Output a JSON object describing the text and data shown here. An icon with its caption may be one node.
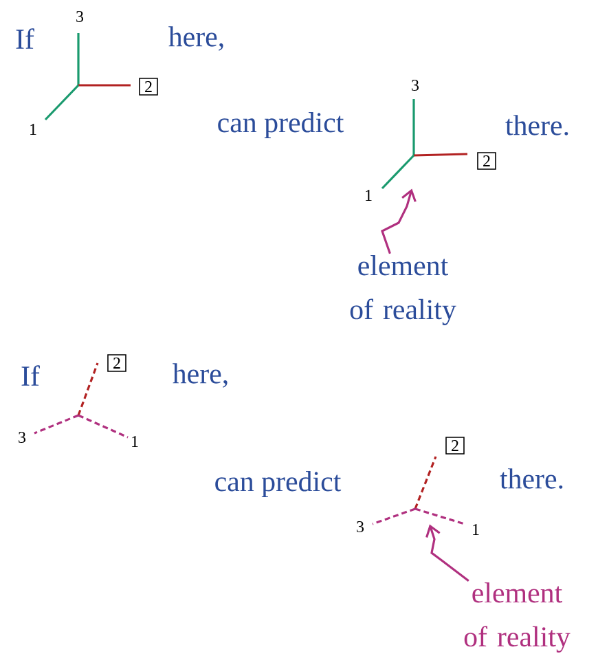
{
  "diagram": {
    "nodes": [
      {
        "text": [
          "2"
        ]
      },
      {
        "text": [],
        "shape": "picture"
      },
      {
        "text": [
          "2"
        ]
      },
      {
        "text": [
          "element of reality"
        ]
      },
      {
        "text": [
          "2"
        ]
      },
      {
        "text": [],
        "shape": "picture"
      },
      {
        "text": [
          "2"
        ]
      },
      {
        "text": [
          "element of reality"
        ]
      }
    ],
    "edges": [
      {
        "from": 3,
        "to": 1,
        "arrow": "to"
      },
      {
        "from": 7,
        "to": 5,
        "arrow": "to"
      }
    ],
    "labels": [
      "3",
      "If",
      "here,",
      "1",
      "3",
      "can predict",
      "there.",
      "1",
      "If",
      "here,",
      "3",
      "1",
      "can predict",
      "there.",
      "3",
      "1"
    ]
  }
}
